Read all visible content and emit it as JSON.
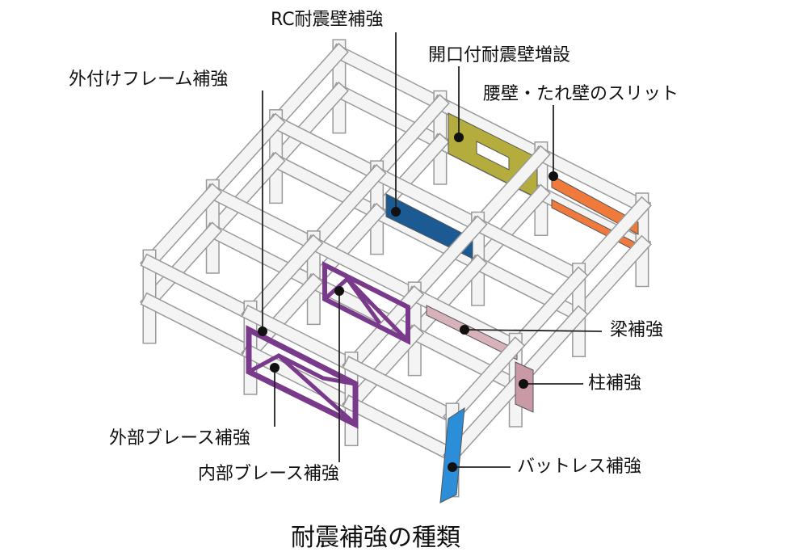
{
  "title": "耐震補強の種類",
  "labels": {
    "rc_wall": "RC耐震壁補強",
    "opening_wall": "開口付耐震壁増設",
    "slit": "腰壁・たれ壁のスリット",
    "external_frame": "外付けフレーム補強",
    "beam": "梁補強",
    "column": "柱補強",
    "external_brace": "外部ブレース補強",
    "internal_brace": "内部ブレース補強",
    "buttress": "バットレス補強"
  },
  "colors": {
    "frame": "#f4f4f4",
    "frame_edge": "#9a9a9a",
    "rc_wall": "#1b5a92",
    "opening_wall": "#b4ac3c",
    "slit": "#f07a3c",
    "brace": "#7a3a8c",
    "beam": "#d8b2ba",
    "column": "#c99aa6",
    "buttress": "#2c8ed8"
  }
}
